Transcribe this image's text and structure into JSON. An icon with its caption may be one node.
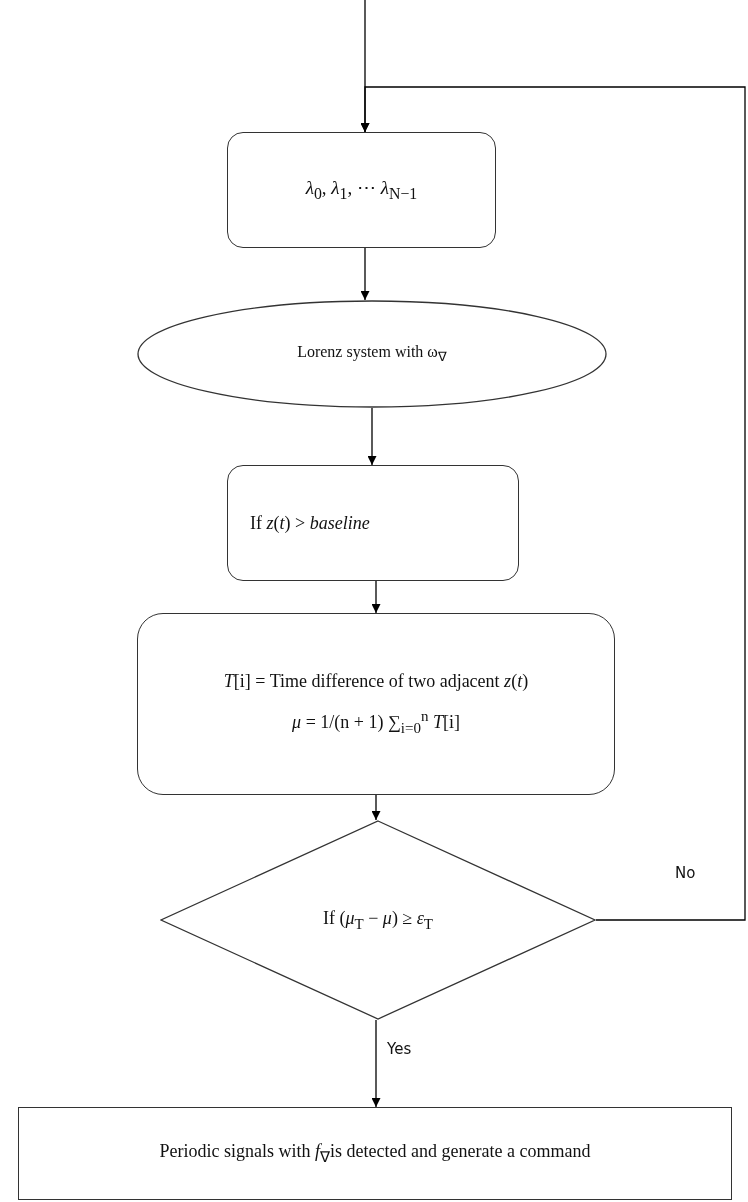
{
  "diagram": {
    "nodes": [
      {
        "text": [
          "*λ*$_{0}$, *λ*$_{1}$, ⋯ *λ*$_{N−1}$"
        ]
      },
      {
        "text": [
          "Lorenz system with ω$_{∇}$"
        ]
      },
      {
        "text": [
          "If *z*(*t*) > *baseline*"
        ]
      },
      {
        "text": [
          "*T*[i] = Time difference of two adjacent *z*(*t*)",
          "*μ* = 1/(n + 1) ∑$_{i=0}$$^{n}$ *T*[i]"
        ]
      },
      {
        "text": [
          "If (*μ*$_{T}$ − *μ*) ≥ *ε*$_{T}$"
        ]
      },
      {
        "text": [
          "Periodic signals with *f*$_{∇}$is detected and generate a command"
        ]
      }
    ],
    "edges": [
      {
        "from": null,
        "to": 0,
        "arrow": "to"
      },
      {
        "from": 4,
        "to": 0,
        "arrow": "to",
        "label": "No"
      },
      {
        "from": 0,
        "to": 1,
        "arrow": "to"
      },
      {
        "from": 1,
        "to": 2,
        "arrow": "to"
      },
      {
        "from": 2,
        "to": 3,
        "arrow": "to"
      },
      {
        "from": 3,
        "to": 4,
        "arrow": "to"
      },
      {
        "from": 4,
        "to": 5,
        "arrow": "to",
        "label": "Yes"
      }
    ]
  }
}
